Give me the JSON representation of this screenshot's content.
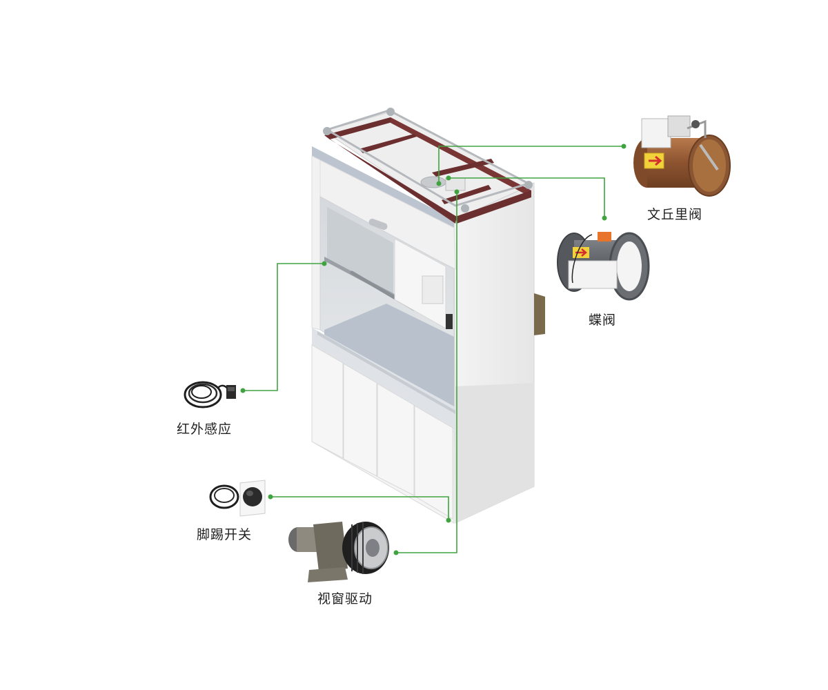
{
  "accent_color": "#3fa43f",
  "components": [
    {
      "id": "venturi-valve",
      "label": "文丘里阀",
      "icon": "venturi-valve-icon"
    },
    {
      "id": "butterfly-valve",
      "label": "蝶阀",
      "icon": "butterfly-valve-icon"
    },
    {
      "id": "infrared-sensor",
      "label": "红外感应",
      "icon": "infrared-sensor-icon"
    },
    {
      "id": "kick-switch",
      "label": "脚踢开关",
      "icon": "kick-switch-icon"
    },
    {
      "id": "sash-drive",
      "label": "视窗驱动",
      "icon": "sash-drive-motor-icon"
    }
  ]
}
